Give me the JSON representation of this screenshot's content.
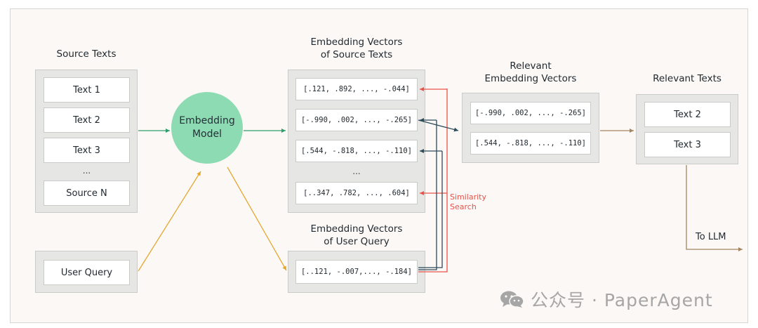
{
  "source": {
    "title": "Source Texts",
    "items": [
      "Text 1",
      "Text 2",
      "Text 3",
      "...",
      "Source N"
    ]
  },
  "query": {
    "label": "User Query"
  },
  "model": {
    "line1": "Embedding",
    "line2": "Model"
  },
  "source_vectors": {
    "title_line1": "Embedding Vectors",
    "title_line2": "of Source Texts",
    "items": [
      "[.121, .892, ..., -.044]",
      "[-.990, .002, ..., -.265]",
      "[.544, -.818, ..., -.110]",
      "...",
      "[..347, .782, ..., .604]"
    ]
  },
  "query_vectors": {
    "title_line1": "Embedding Vectors",
    "title_line2": "of User Query",
    "value": "[..121, -.007,..., -.184]"
  },
  "relevant_vectors": {
    "title_line1": "Relevant",
    "title_line2": "Embedding Vectors",
    "items": [
      "[-.990, .002, ..., -.265]",
      "[.544, -.818, ..., -.110]"
    ]
  },
  "relevant_texts": {
    "title": "Relevant Texts",
    "items": [
      "Text 2",
      "Text 3"
    ]
  },
  "similarity": {
    "line1": "Similarity",
    "line2": "Search"
  },
  "to_llm": "To LLM",
  "watermark": "公众号 · PaperAgent",
  "colors": {
    "green_arrow": "#2e9e6b",
    "gold_arrow": "#e2a72e",
    "dark_arrow": "#2d4a5a",
    "red_arrow": "#e9524a",
    "brown_arrow": "#a68660",
    "model_fill": "#8ddbb3"
  },
  "icons": [
    "wechat-icon"
  ]
}
